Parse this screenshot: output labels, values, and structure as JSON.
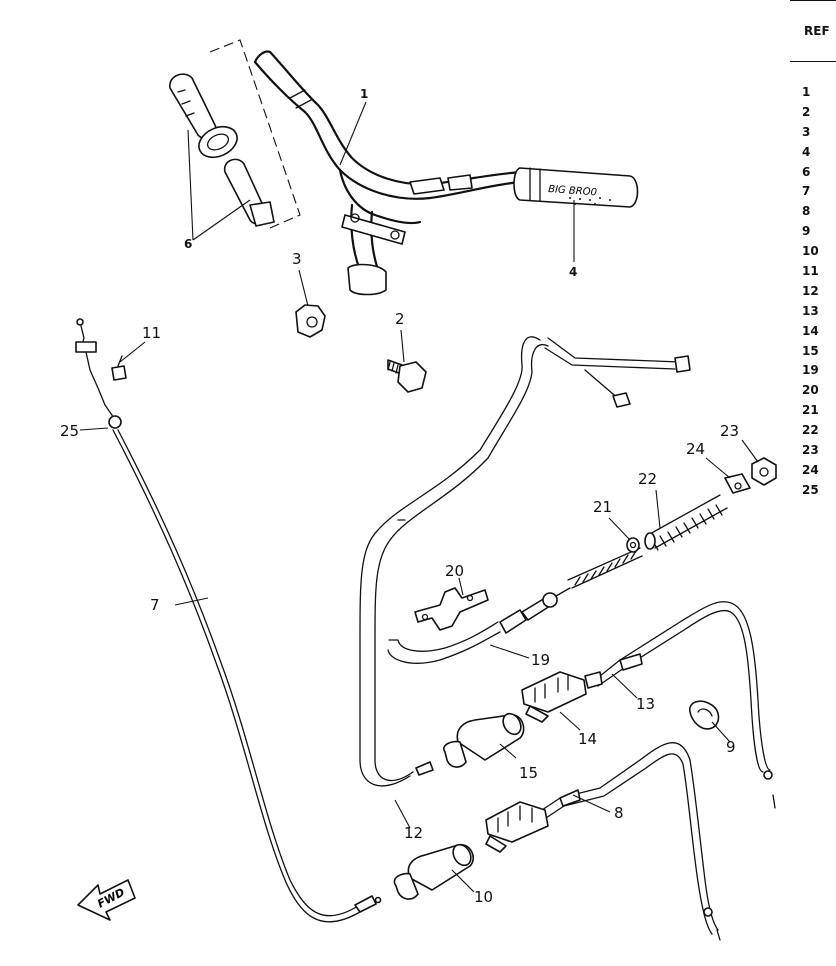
{
  "reference_table": {
    "header": "REF",
    "numbers": [
      "1",
      "2",
      "3",
      "4",
      "6",
      "7",
      "8",
      "9",
      "10",
      "11",
      "12",
      "13",
      "14",
      "15",
      "19",
      "20",
      "21",
      "22",
      "23",
      "24",
      "25"
    ]
  },
  "callouts": {
    "c1": "1",
    "c2": "2",
    "c3": "3",
    "c4": "4",
    "c6": "6",
    "c7": "7",
    "c8": "8",
    "c9": "9",
    "c10": "10",
    "c11": "11",
    "c12": "12",
    "c13": "13",
    "c14": "14",
    "c15": "15",
    "c19": "19",
    "c20": "20",
    "c21": "21",
    "c22": "22",
    "c23": "23",
    "c24": "24",
    "c25": "25"
  },
  "grip_lettering": "BIG BRO0",
  "fwd_arrow_label": "FWD"
}
